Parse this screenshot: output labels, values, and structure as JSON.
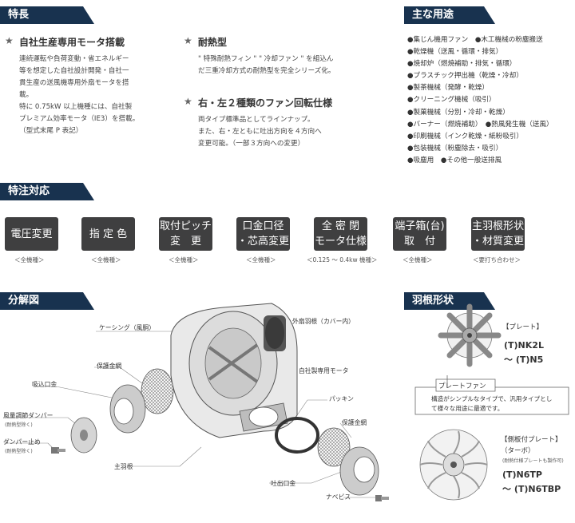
{
  "features": {
    "title": "特長",
    "item1": {
      "heading": "自社生産専用モータ搭載",
      "text": "連続運転や負荷変動・省エネルギー\n等を想定した自社設計開発・自社一\n貫生産の送風機専用外扇モータを搭\n載。\n特に 0.75kW 以上機種には、自社製\nプレミアム効率モータ（IE3）を搭載。\n（型式末尾 P 表記）"
    },
    "item2": {
      "heading": "耐熱型",
      "text": "\" 特殊耐熱フィン \" \" 冷却ファン \" を組込ん\nだ三重冷却方式の耐熱型を完全シリーズ化。"
    },
    "item3": {
      "heading": "右・左２種類のファン回転仕様",
      "text": "両タイプ標準品としてラインナップ。\nまた、右・左ともに吐出方向を４方向へ\n変更可能。（一部３方向への変更）"
    }
  },
  "uses": {
    "title": "主な用途",
    "items": [
      "●集じん機用ファン　●木工機械の粉塵搬送",
      "●乾燥機（送風・循環・排気）",
      "●焼却炉（燃焼補助・排気・循環）",
      "●プラスチック押出機（乾燥・冷却）",
      "●製茶機械（発酵・乾燥）",
      "●クリーニング機械（吸引）",
      "●製菓機械（分別・冷却・乾燥）",
      "●バーナー（燃焼補助）　●熱風発生機（送風）",
      "●印刷機械（インク乾燥・紙粉吸引）",
      "●包装機械（粉塵除去・吸引）",
      "●吸塵用　●その他一般送排風"
    ]
  },
  "special": {
    "title": "特注対応",
    "options": [
      {
        "label": "電圧変更",
        "note": "＜全機種＞"
      },
      {
        "label": "指 定 色",
        "note": "＜全機種＞"
      },
      {
        "label": "取付ピッチ\n変　更",
        "note": "＜全機種＞"
      },
      {
        "label": "口金口径\n・芯高変更",
        "note": "＜全機種＞"
      },
      {
        "label": "全 密 閉\nモータ仕様",
        "note": "＜0.125 ～ 0.4kw 機種＞"
      },
      {
        "label": "端子箱(台)\n取　付",
        "note": "＜全機種＞"
      },
      {
        "label": "主羽根形状\n・材質変更",
        "note": "＜要打ち合わせ＞"
      }
    ]
  },
  "exploded": {
    "title": "分解図",
    "labels": {
      "casing": "ケーシング（風胴）",
      "outer_fan": "外扇羽根（カバー内）",
      "guard_in": "保護金網",
      "motor": "自社製専用モータ",
      "inlet": "吸込口金",
      "damper": "風量調節ダンパー",
      "damper_note": "(耐熱型除く)",
      "damper_stop": "ダンパー止め",
      "damper_stop_note": "(耐熱型除く)",
      "packing": "パッキン",
      "guard_out": "保護金網",
      "main_fan": "主羽根",
      "outlet": "吐出口金",
      "bolt": "ナベビス"
    }
  },
  "blade": {
    "title": "羽根形状",
    "plate_tag": "【プレート】",
    "plate_model1": "(T)NK2L",
    "plate_model2": "～ (T)N5",
    "plate_fan_title": "プレートファン",
    "plate_fan_desc1": "構造がシンプルなタイプで、汎用タイプとし",
    "plate_fan_desc2": "て様々な用途に最適です。",
    "turbo_tag": "【側板付プレート】",
    "turbo_sub": "（ターボ）",
    "turbo_note": "(耐熱仕様プレートも製作可)",
    "turbo_model1": "(T)N6TP",
    "turbo_model2": "～ (T)N6TBP"
  },
  "colors": {
    "banner": "#18324f",
    "accent": "#3f8fd0",
    "option_box": "#3f3f40"
  }
}
